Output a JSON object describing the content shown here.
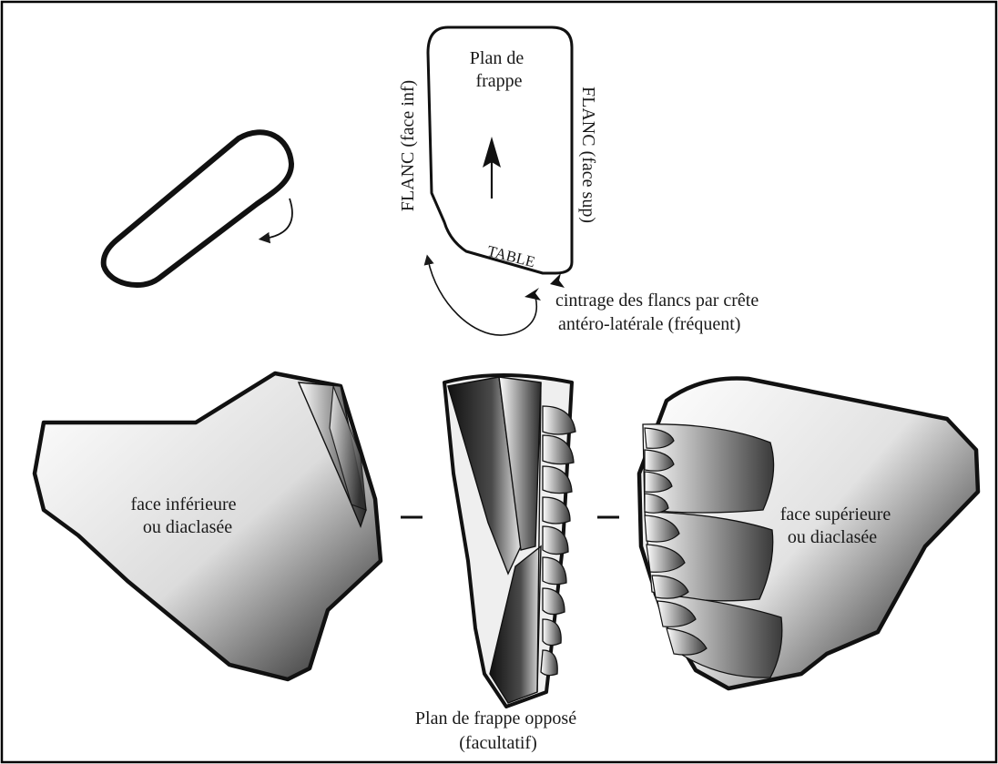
{
  "top_schema": {
    "plan_de_frappe": [
      "Plan de",
      "frappe"
    ],
    "flanc_face_inf": "FLANC (face inf)",
    "flanc_face_sup": "FLANC (face sup)",
    "table": "TABLE",
    "cintrage": [
      "cintrage des flancs par crête",
      "antéro-latérale (fréquent)"
    ]
  },
  "views": {
    "left": [
      "face inférieure",
      "ou diaclasée"
    ],
    "right": [
      "face supérieure",
      "ou diaclasée"
    ],
    "center_caption": [
      "Plan de frappe opposé",
      "(facultatif)"
    ]
  },
  "colors": {
    "outline": "#1a1a1a",
    "fill_light": "#ffffff",
    "fill_dark": "#202020"
  }
}
